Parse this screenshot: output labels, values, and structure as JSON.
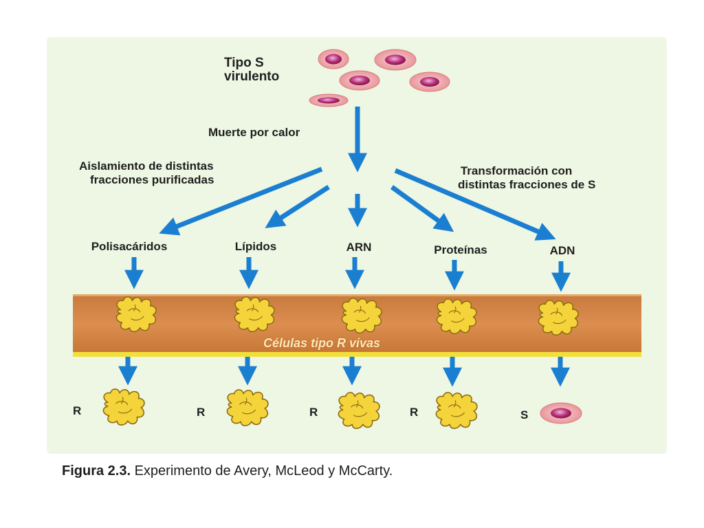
{
  "top": {
    "title_line1": "Tipo S",
    "title_line2": "virulento",
    "heat_label": "Muerte por calor",
    "left_label_line1": "Aislamiento de distintas",
    "left_label_line2": "fracciones purificadas",
    "right_label_line1": "Transformación con",
    "right_label_line2": "distintas fracciones de S"
  },
  "fractions": [
    {
      "label": "Polisacáridos",
      "result": "R"
    },
    {
      "label": "Lípidos",
      "result": "R"
    },
    {
      "label": "ARN",
      "result": "R"
    },
    {
      "label": "Proteínas",
      "result": "R"
    },
    {
      "label": "ADN",
      "result": "S"
    }
  ],
  "band": {
    "label": "Células tipo R vivas"
  },
  "caption": {
    "figure": "Figura 2.3.",
    "text": "Experimento de Avery, McLeod y McCarty."
  },
  "colors": {
    "arrow": "#1a7fd0",
    "band": "#d8854a",
    "band_edge": "#f2e03a",
    "r_cell": "#f4d43a",
    "s_cell_outer": "#f1b3b5",
    "s_cell_inner": "#b21f63"
  }
}
